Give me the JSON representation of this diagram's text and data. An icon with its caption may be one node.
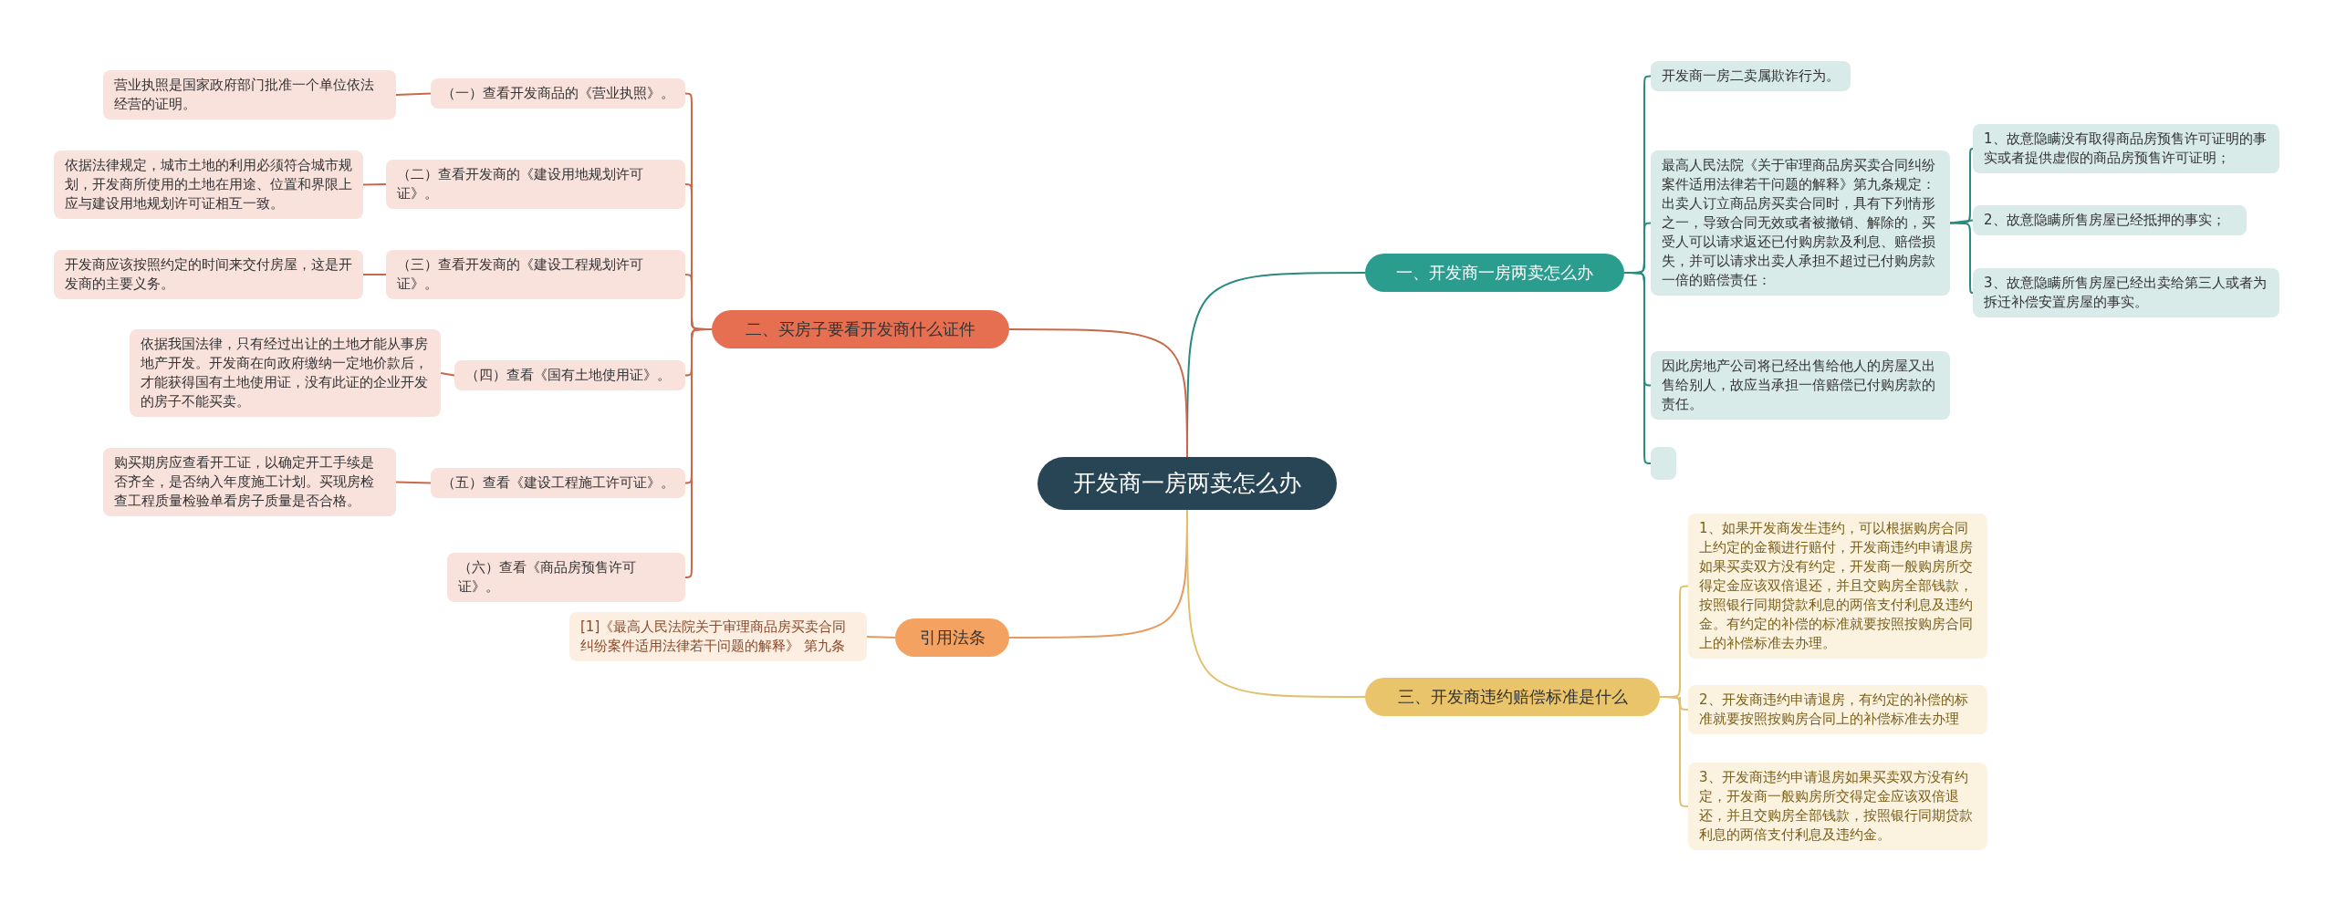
{
  "diagram": {
    "nodes": [
      {
        "text": [
          "开发商一房两卖怎么办"
        ]
      },
      {
        "text": [
          "一、开发商一房两卖怎么办"
        ]
      },
      {
        "text": [
          "开发商一房二卖属欺诈行为。"
        ]
      },
      {
        "text": [
          "最高人民法院《关于审理商品房买卖合同纠纷案件适用法律若干问题的解释》第九条规定：出卖人订立商品房买卖合同时，具有下列情形之一，导致合同无效或者被撤销、解除的，买受人可以请求返还已付购房款及利息、赔偿损失，并可以请求出卖人承担不超过已付购房款一倍的赔偿责任："
        ]
      },
      {
        "text": [
          "1、故意隐瞒没有取得商品房预售许可证明的事实或者提供虚假的商品房预售许可证明；"
        ]
      },
      {
        "text": [
          "2、故意隐瞒所售房屋已经抵押的事实；"
        ]
      },
      {
        "text": [
          "3、故意隐瞒所售房屋已经出卖给第三人或者为拆迁补偿安置房屋的事实。"
        ]
      },
      {
        "text": [
          "因此房地产公司将已经出售给他人的房屋又出售给别人，故应当承担一倍赔偿已付购房款的责任。"
        ]
      },
      {
        "text": [],
        "shape": "box"
      },
      {
        "text": [
          "二、买房子要看开发商什么证件"
        ]
      },
      {
        "text": [
          "（一）查看开发商品的《营业执照》。"
        ]
      },
      {
        "text": [
          "营业执照是国家政府部门批准一个单位依法经营的证明。"
        ]
      },
      {
        "text": [
          "（二）查看开发商的《建设用地规划许可证》。"
        ]
      },
      {
        "text": [
          "依据法律规定，城市土地的利用必须符合城市规划，开发商所使用的土地在用途、位置和界限上应与建设用地规划许可证相互一致。"
        ]
      },
      {
        "text": [
          "（三）查看开发商的《建设工程规划许可证》。"
        ]
      },
      {
        "text": [
          "开发商应该按照约定的时间来交付房屋，这是开发商的主要义务。"
        ]
      },
      {
        "text": [
          "（四）查看《国有土地使用证》。"
        ]
      },
      {
        "text": [
          "依据我国法律，只有经过出让的土地才能从事房地产开发。开发商在向政府缴纳一定地价款后，才能获得国有土地使用证，没有此证的企业开发的房子不能买卖。"
        ]
      },
      {
        "text": [
          "（五）查看《建设工程施工许可证》。"
        ]
      },
      {
        "text": [
          "购买期房应查看开工证，以确定开工手续是否齐全，是否纳入年度施工计划。买现房检查工程质量检验单看房子质量是否合格。"
        ]
      },
      {
        "text": [
          "（六）查看《商品房预售许可证》。"
        ]
      },
      {
        "text": [
          "引用法条"
        ]
      },
      {
        "text": [
          "[1]《最高人民法院关于审理商品房买卖合同纠纷案件适用法律若干问题的解释》 第九条"
        ]
      },
      {
        "text": [
          "三、开发商违约赔偿标准是什么"
        ]
      },
      {
        "text": [
          "1、如果开发商发生违约，可以根据购房合同上约定的金额进行赔付，开发商违约申请退房如果买卖双方没有约定，开发商一般购房所交得定金应该双倍退还，并且交购房全部钱款，按照银行同期贷款利息的两倍支付利息及违约金。有约定的补偿的标准就要按照按购房合同上的补偿标准去办理。"
        ]
      },
      {
        "text": [
          "2、开发商违约申请退房，有约定的补偿的标准就要按照按购房合同上的补偿标准去办理"
        ]
      },
      {
        "text": [
          "3、开发商违约申请退房如果买卖双方没有约定，开发商一般购房所交得定金应该双倍退还，并且交购房全部钱款，按照银行同期贷款利息的两倍支付利息及违约金。"
        ]
      }
    ],
    "edges": [
      {
        "from": 0,
        "to": 1,
        "arrow": "none",
        "color": "#2b8a7e"
      },
      {
        "from": 1,
        "to": 2,
        "arrow": "none",
        "color": "#2b8a7e"
      },
      {
        "from": 1,
        "to": 3,
        "arrow": "none",
        "color": "#2b8a7e"
      },
      {
        "from": 3,
        "to": 4,
        "arrow": "none",
        "color": "#2b8a7e"
      },
      {
        "from": 3,
        "to": 5,
        "arrow": "none",
        "color": "#2b8a7e"
      },
      {
        "from": 3,
        "to": 6,
        "arrow": "none",
        "color": "#2b8a7e"
      },
      {
        "from": 1,
        "to": 7,
        "arrow": "none",
        "color": "#2b8a7e"
      },
      {
        "from": 1,
        "to": 8,
        "arrow": "none",
        "color": "#2b8a7e"
      },
      {
        "from": 0,
        "to": 9,
        "arrow": "none"
      },
      {
        "from": 9,
        "to": 10,
        "arrow": "none"
      },
      {
        "from": 10,
        "to": 11,
        "arrow": "none"
      },
      {
        "from": 9,
        "to": 12,
        "arrow": "none"
      },
      {
        "from": 12,
        "to": 13,
        "arrow": "none"
      },
      {
        "from": 9,
        "to": 14,
        "arrow": "none"
      },
      {
        "from": 14,
        "to": 15,
        "arrow": "none"
      },
      {
        "from": 9,
        "to": 16,
        "arrow": "none"
      },
      {
        "from": 16,
        "to": 17,
        "arrow": "none"
      },
      {
        "from": 9,
        "to": 18,
        "arrow": "none"
      },
      {
        "from": 18,
        "to": 19,
        "arrow": "none"
      },
      {
        "from": 9,
        "to": 20,
        "arrow": "none"
      },
      {
        "from": 0,
        "to": 21,
        "arrow": "none",
        "color": "#e89a5c"
      },
      {
        "from": 21,
        "to": 22,
        "arrow": "none",
        "color": "#e89a5c"
      },
      {
        "from": 0,
        "to": 23,
        "arrow": "none",
        "color": "#e0c06a"
      },
      {
        "from": 23,
        "to": 24,
        "arrow": "none",
        "color": "#e0c06a"
      },
      {
        "from": 23,
        "to": 25,
        "arrow": "none",
        "color": "#e0c06a"
      },
      {
        "from": 23,
        "to": 26,
        "arrow": "none",
        "color": "#e0c06a"
      }
    ]
  }
}
